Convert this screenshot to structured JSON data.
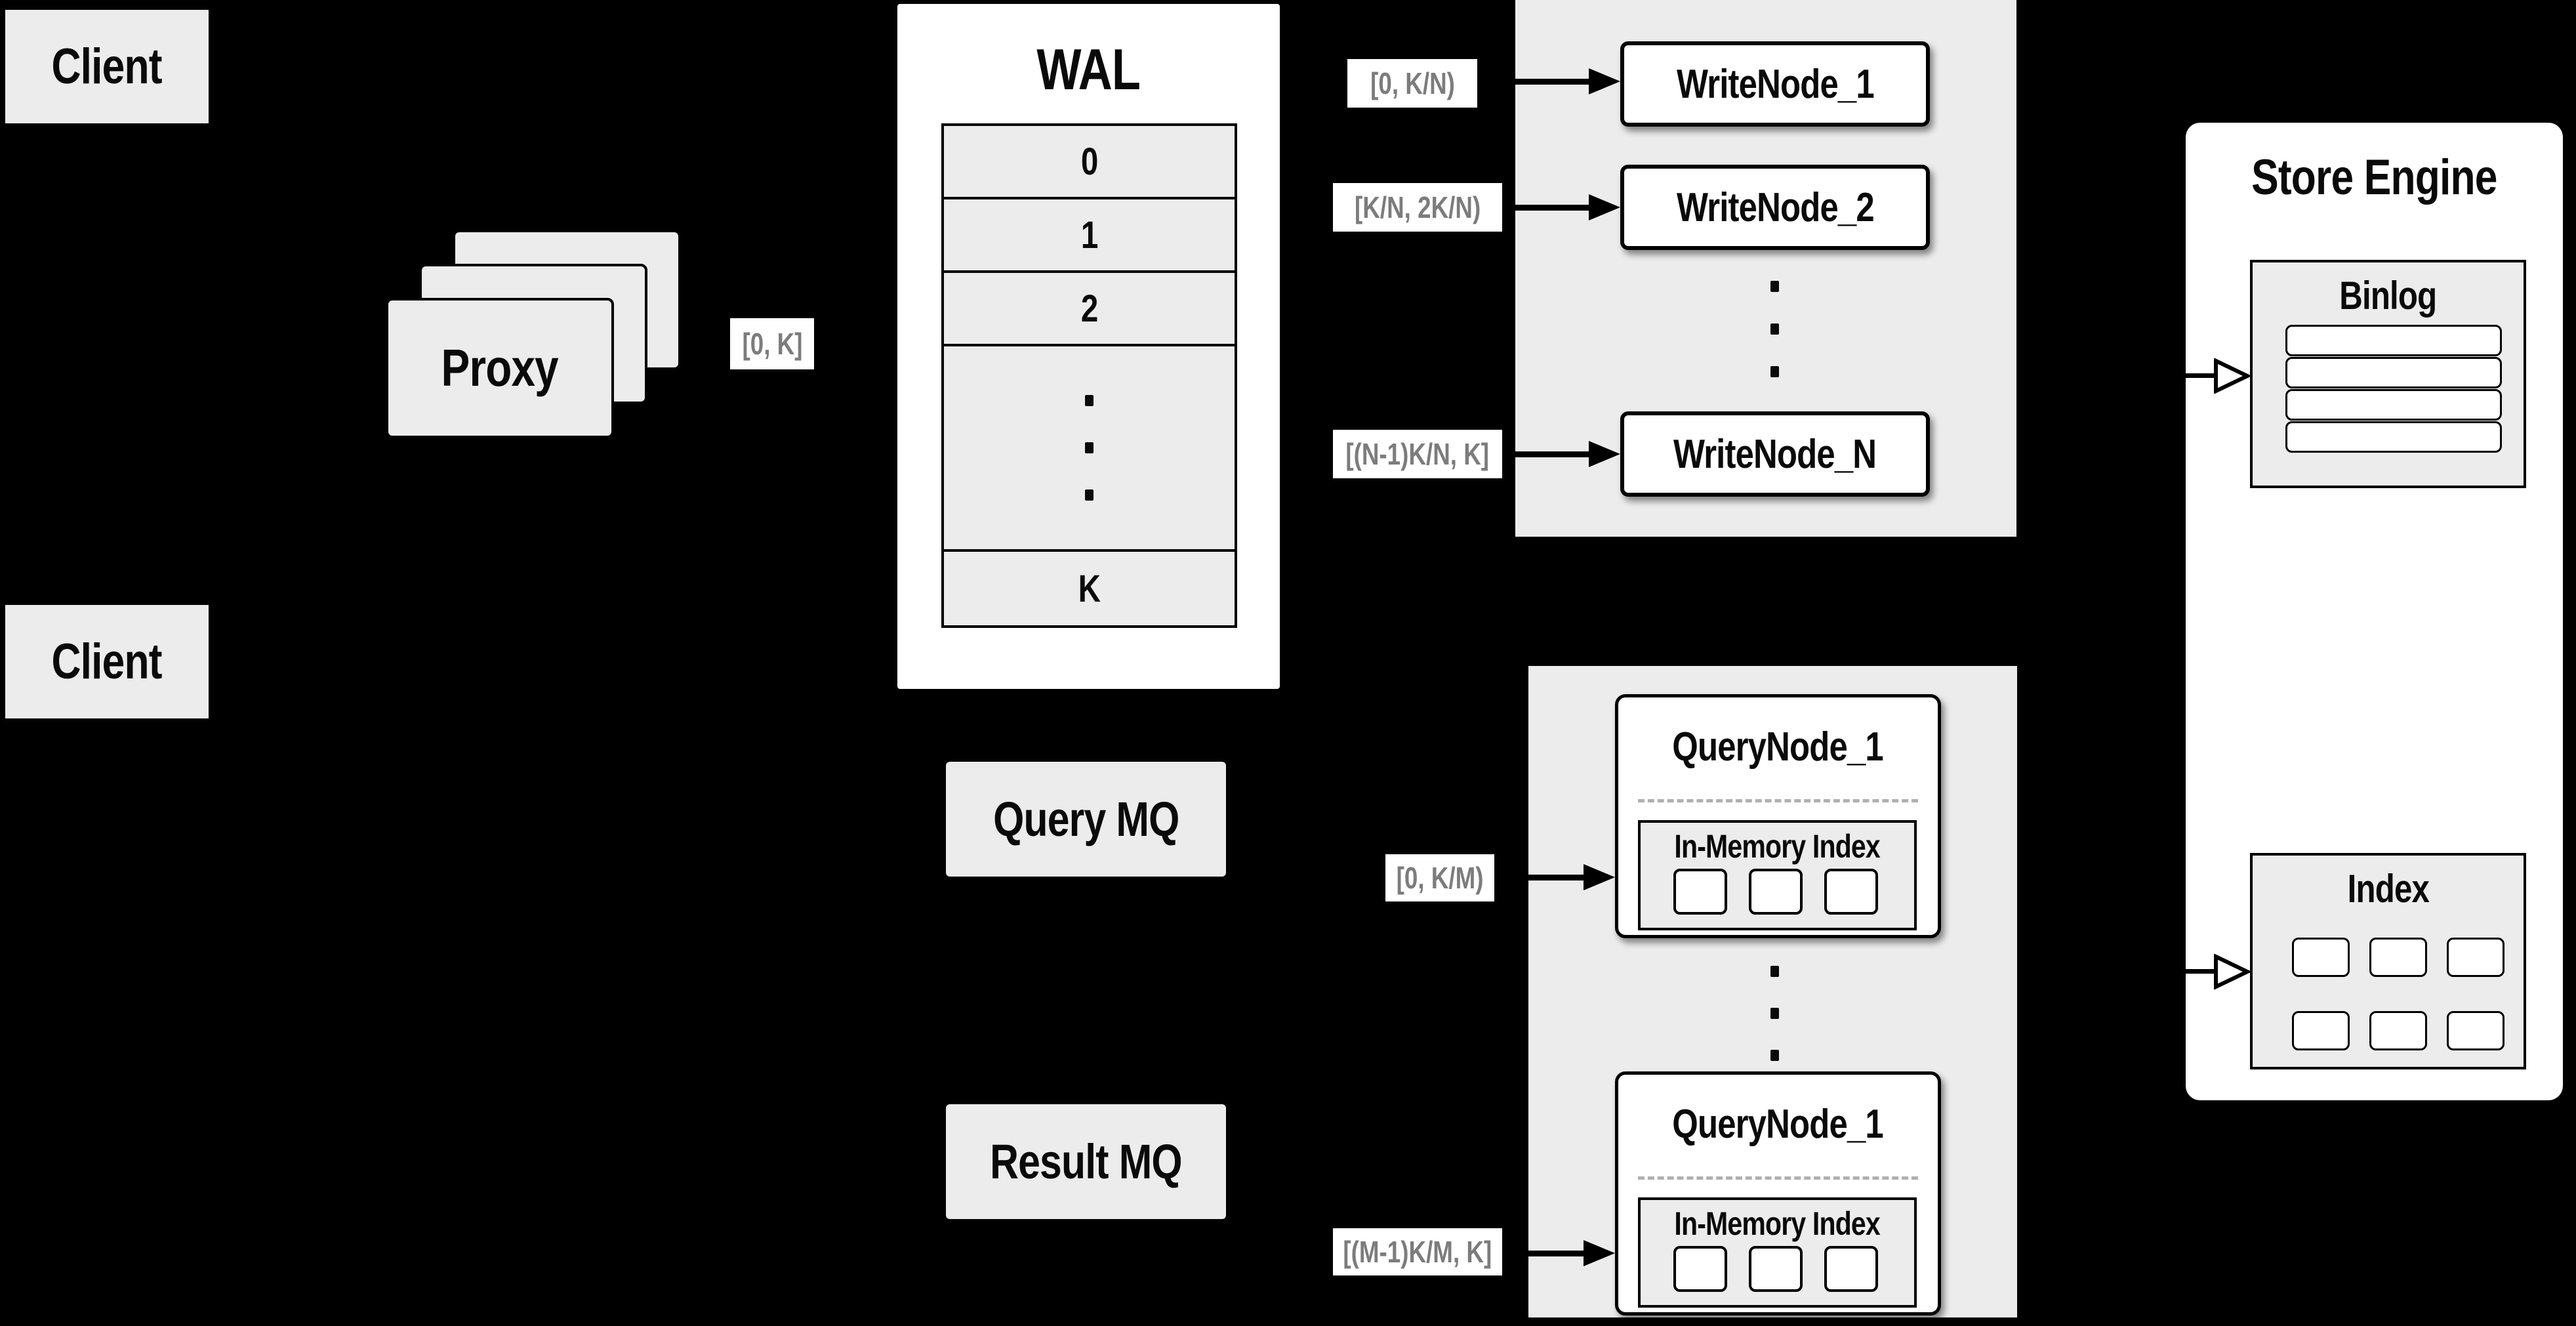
{
  "colors": {
    "background": "#000000",
    "panel_gray": "#ececec",
    "box_white": "#ffffff",
    "border_black": "#000000",
    "range_label_text": "#7c7c7c",
    "text": "#0a0a0a"
  },
  "clients": {
    "top_label": "Client",
    "bottom_label": "Client"
  },
  "proxy": {
    "label": "Proxy"
  },
  "range_labels": {
    "proxy_to_wal": "[0, K]",
    "to_writenode_1": "[0, K/N)",
    "to_writenode_2": "[K/N, 2K/N)",
    "to_writenode_n": "[(N-1)K/N, K]",
    "to_querynode_1": "[0, K/M)",
    "to_querynode_m": "[(M-1)K/M, K]"
  },
  "wal": {
    "title": "WAL",
    "rows": [
      "0",
      "1",
      "2",
      "K"
    ]
  },
  "write_nodes": {
    "node_1": "WriteNode_1",
    "node_2": "WriteNode_2",
    "node_n": "WriteNode_N"
  },
  "store_engine": {
    "title": "Store Engine",
    "binlog_title": "Binlog",
    "index_title": "Index"
  },
  "message_queues": {
    "query": "Query MQ",
    "result": "Result MQ"
  },
  "query_nodes": {
    "top_title": "QueryNode_1",
    "bottom_title": "QueryNode_1",
    "in_memory_label": "In-Memory Index"
  }
}
